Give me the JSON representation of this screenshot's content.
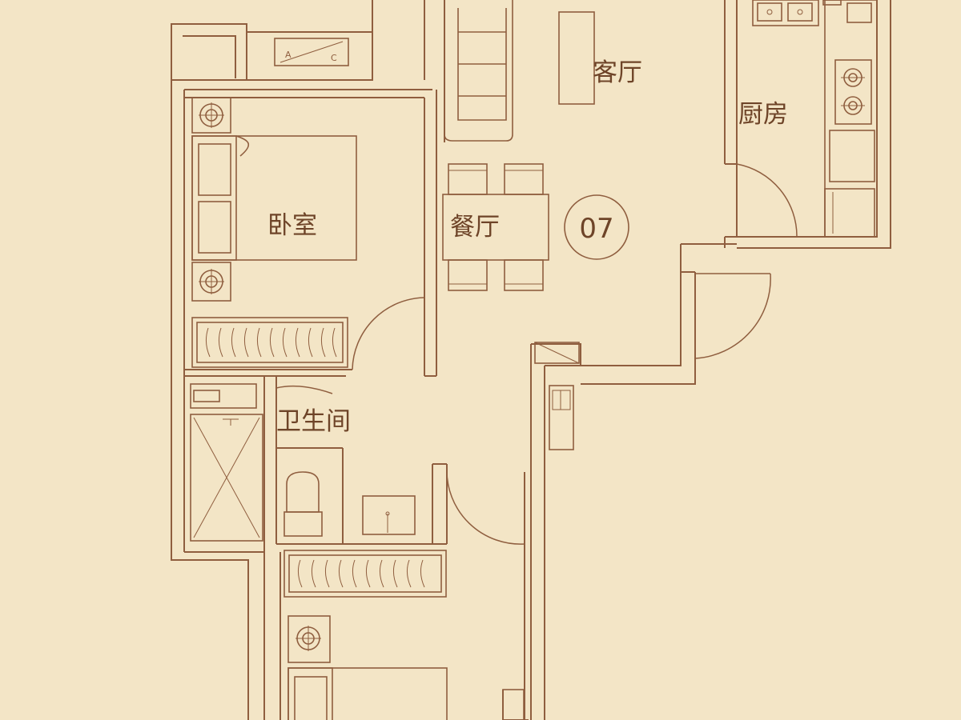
{
  "rooms": {
    "living": "客厅",
    "kitchen": "厨房",
    "bedroom": "卧室",
    "dining": "餐厅",
    "bathroom": "卫生间"
  },
  "unit_code": "07",
  "ac_unit": {
    "left": "A",
    "right": "C"
  },
  "colors": {
    "background": "#f3e5c6",
    "line": "#8f5e3f",
    "text": "#6e4428"
  }
}
